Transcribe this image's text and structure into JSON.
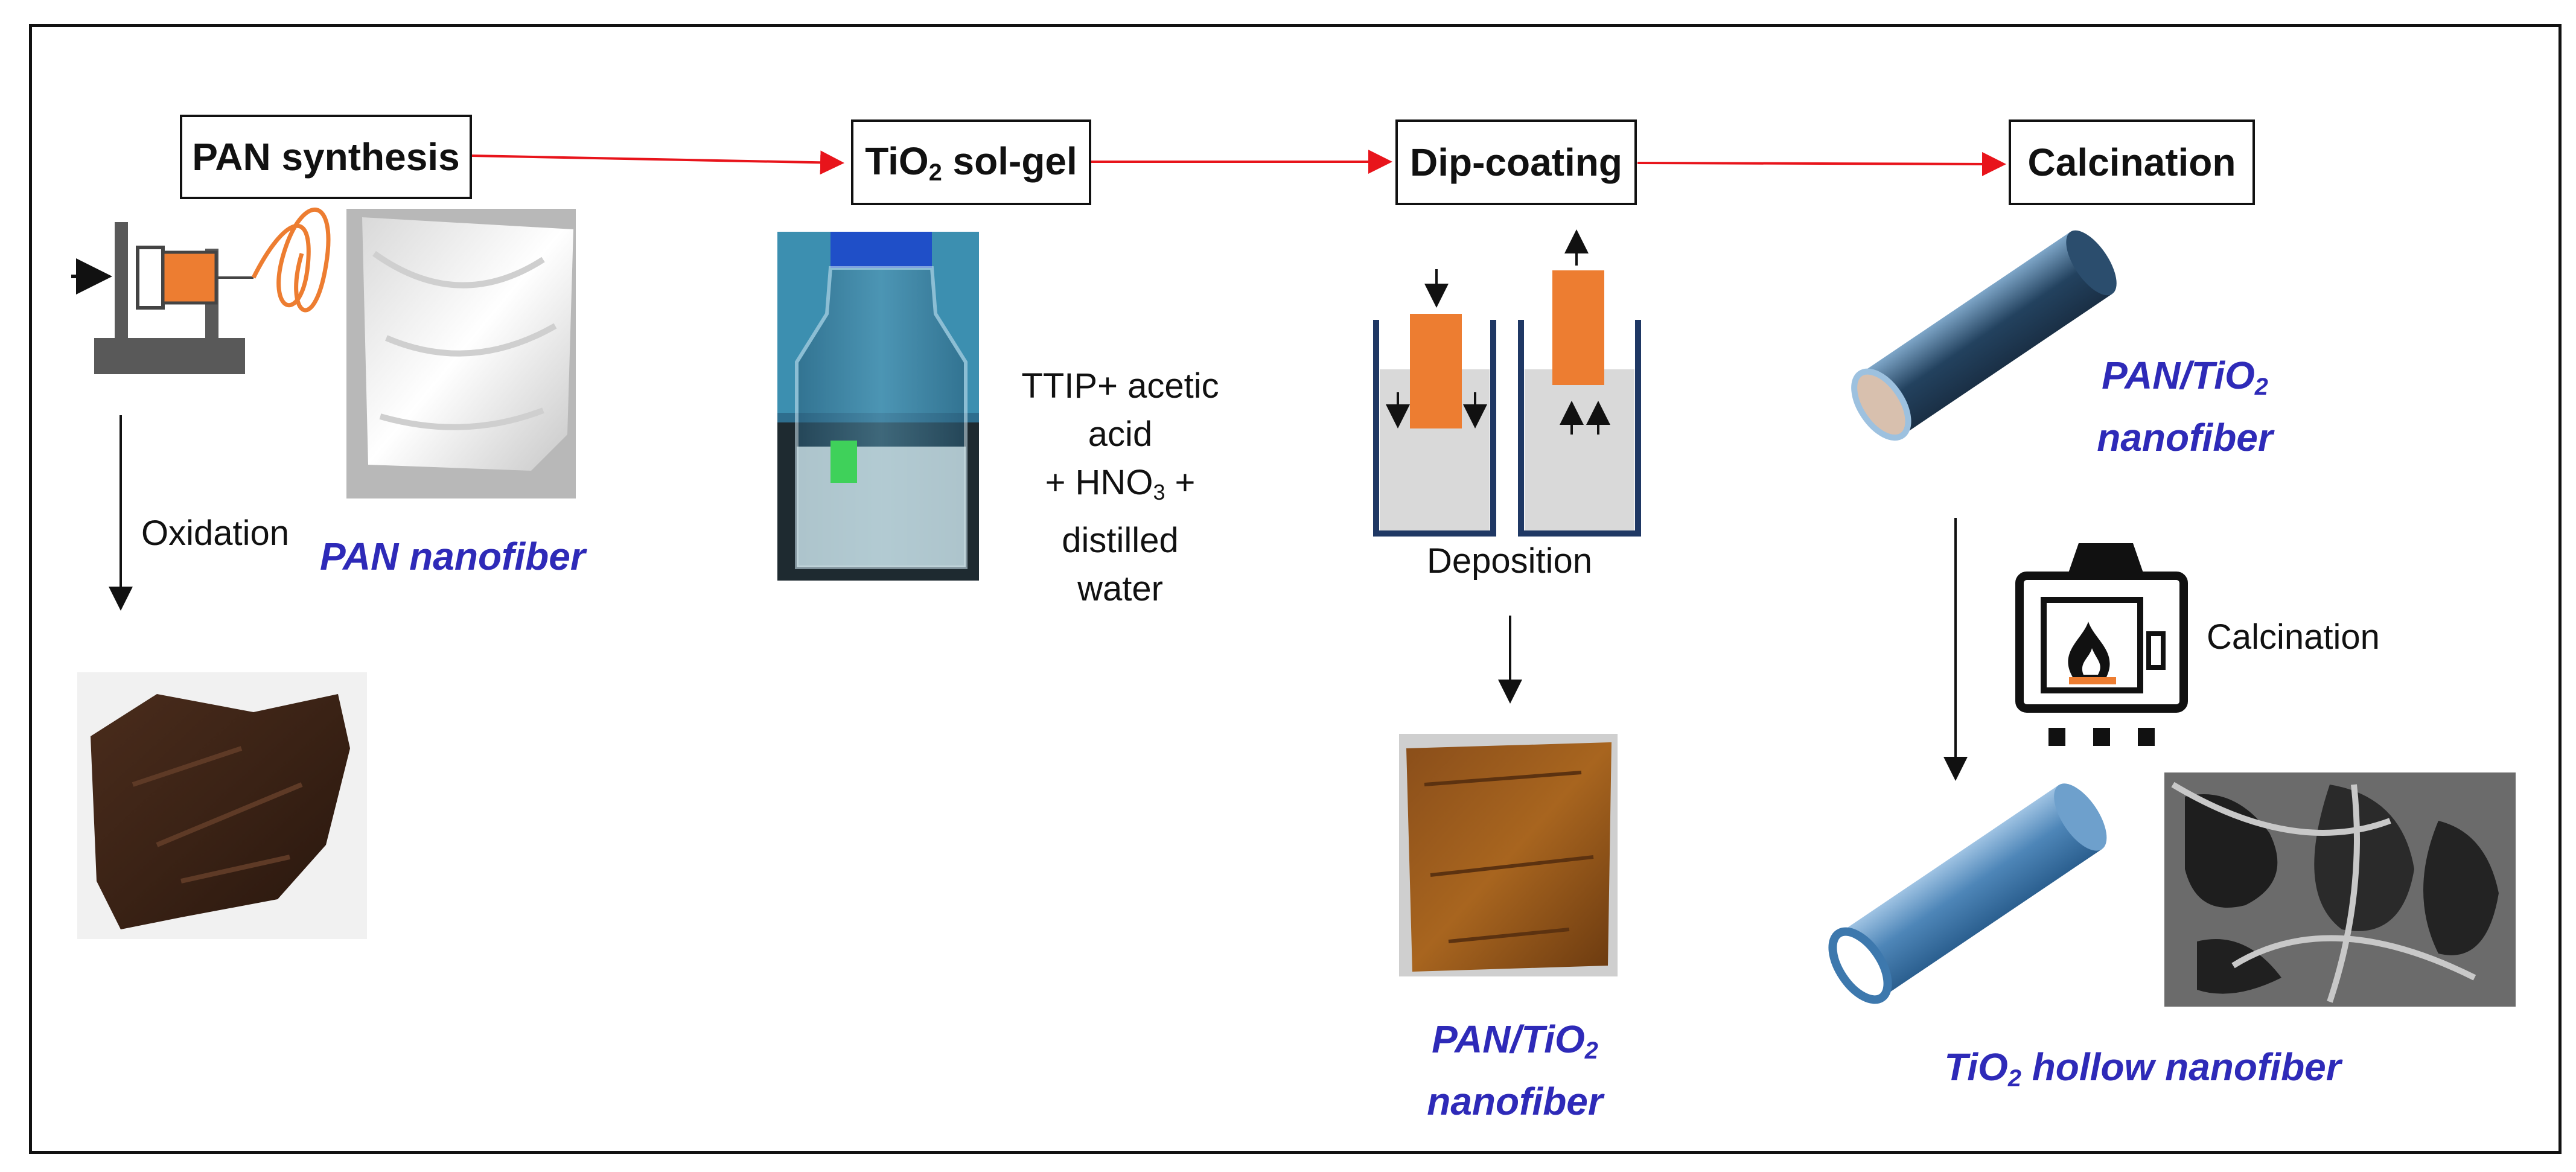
{
  "steps": {
    "pan_synthesis": "PAN synthesis",
    "tio2_prefix": "TiO",
    "tio2_sub": "2",
    "tio2_suffix": " sol-gel",
    "dip_coating": "Dip-coating",
    "calcination": "Calcination"
  },
  "labels": {
    "oxidation": "Oxidation",
    "pan_nanofiber": "PAN nanofiber",
    "recipe_line1": "TTIP+ acetic acid",
    "recipe_line2_prefix": "+ HNO",
    "recipe_line2_sub": "3",
    "recipe_line2_suffix": " + distilled",
    "recipe_line3": "water",
    "deposition": "Deposition",
    "calcination_side": "Calcination",
    "pan_tio2_a": "PAN/TiO",
    "pan_tio2_sub": "2",
    "nanofiber": "nanofiber",
    "hollow_prefix": "TiO",
    "hollow_sub": "2",
    "hollow_suffix": " hollow nanofiber"
  },
  "colors": {
    "flow_arrow": "#e8141b",
    "accent_orange": "#ed7d31",
    "label_blue": "#2e2ab8"
  },
  "icons": [
    "electrospinning-setup-icon",
    "dip-coating-beaker-icon",
    "furnace-icon",
    "nanotube-icon"
  ]
}
